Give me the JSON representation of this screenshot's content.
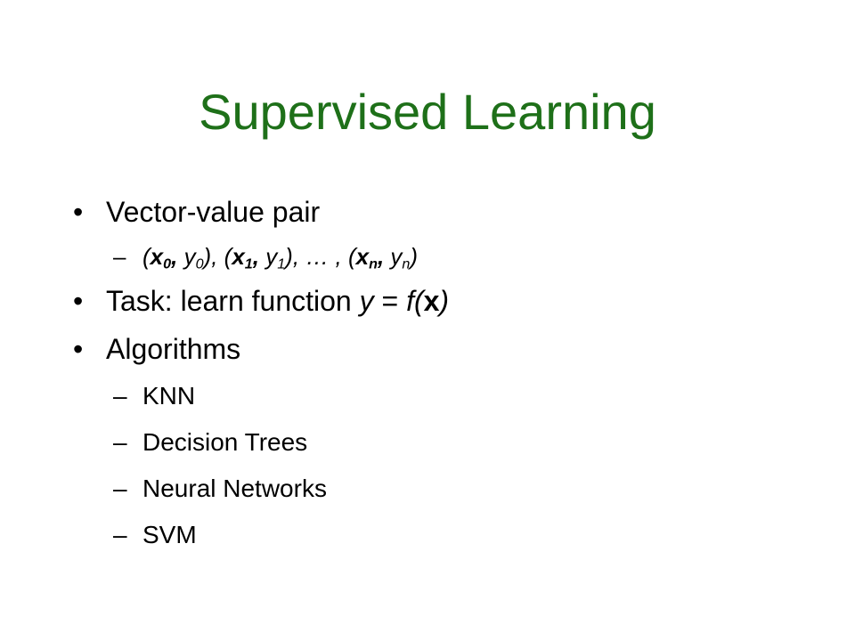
{
  "colors": {
    "title": "#1e7019",
    "background": "#ffffff",
    "text": "#000000"
  },
  "slide": {
    "title": "Supervised Learning",
    "bullets": {
      "b1": {
        "symbol": "•",
        "text": "Vector-value pair"
      },
      "b1_sub": {
        "symbol": "–",
        "open0": "(",
        "x": "x",
        "sub0": "0",
        "comma0": ", ",
        "y": "y",
        "close0": "), ",
        "open1": "(",
        "sub1": "1",
        "comma1": ", ",
        "close1": "), ",
        "ellipsis": "… , ",
        "openn": "(",
        "subn": "n",
        "comman": ", ",
        "closen": ")"
      },
      "b2": {
        "symbol": "•",
        "prefix": "Task: learn function ",
        "y": "y",
        "eq": " = ",
        "f": "f",
        "paren_open": "(",
        "x": "x",
        "paren_close": ")"
      },
      "b3": {
        "symbol": "•",
        "text": "Algorithms"
      },
      "b3_sub": [
        {
          "symbol": "–",
          "text": "KNN"
        },
        {
          "symbol": "–",
          "text": "Decision Trees"
        },
        {
          "symbol": "–",
          "text": "Neural Networks"
        },
        {
          "symbol": "–",
          "text": "SVM"
        }
      ]
    }
  }
}
